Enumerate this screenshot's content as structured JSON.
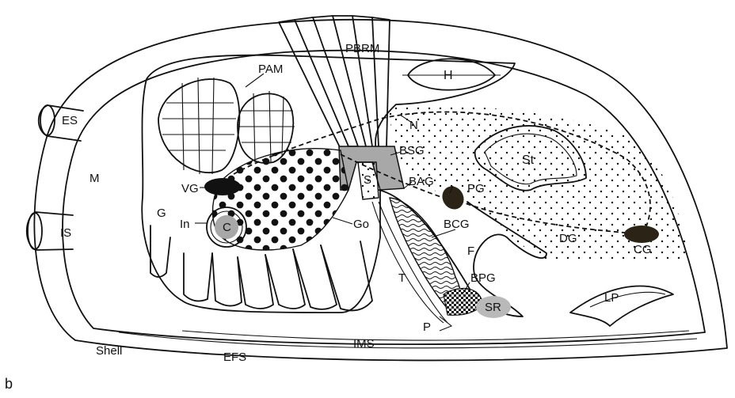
{
  "figure_letter": "b",
  "labels": {
    "pbrm": "PBRM",
    "pam": "PAM",
    "h": "H",
    "es": "ES",
    "m": "M",
    "is": "IS",
    "n": "N",
    "bsg": "BSG",
    "st": "St",
    "vg": "VG",
    "s": "S",
    "bag": "BAG",
    "pg": "PG",
    "g": "G",
    "in": "In",
    "c": "C",
    "go": "Go",
    "bcg": "BCG",
    "dg": "DG",
    "cg": "CG",
    "f": "F",
    "t": "T",
    "bpg": "BPG",
    "sr": "SR",
    "lp": "LP",
    "p": "P",
    "shell": "Shell",
    "efs": "EFS",
    "ims": "IMS"
  },
  "colors": {
    "outline": "#111111",
    "ganglion_fill": "#2b2416",
    "gray_structure": "#a8a8a8",
    "light_gray": "#b9b9b9",
    "background": "#ffffff"
  }
}
